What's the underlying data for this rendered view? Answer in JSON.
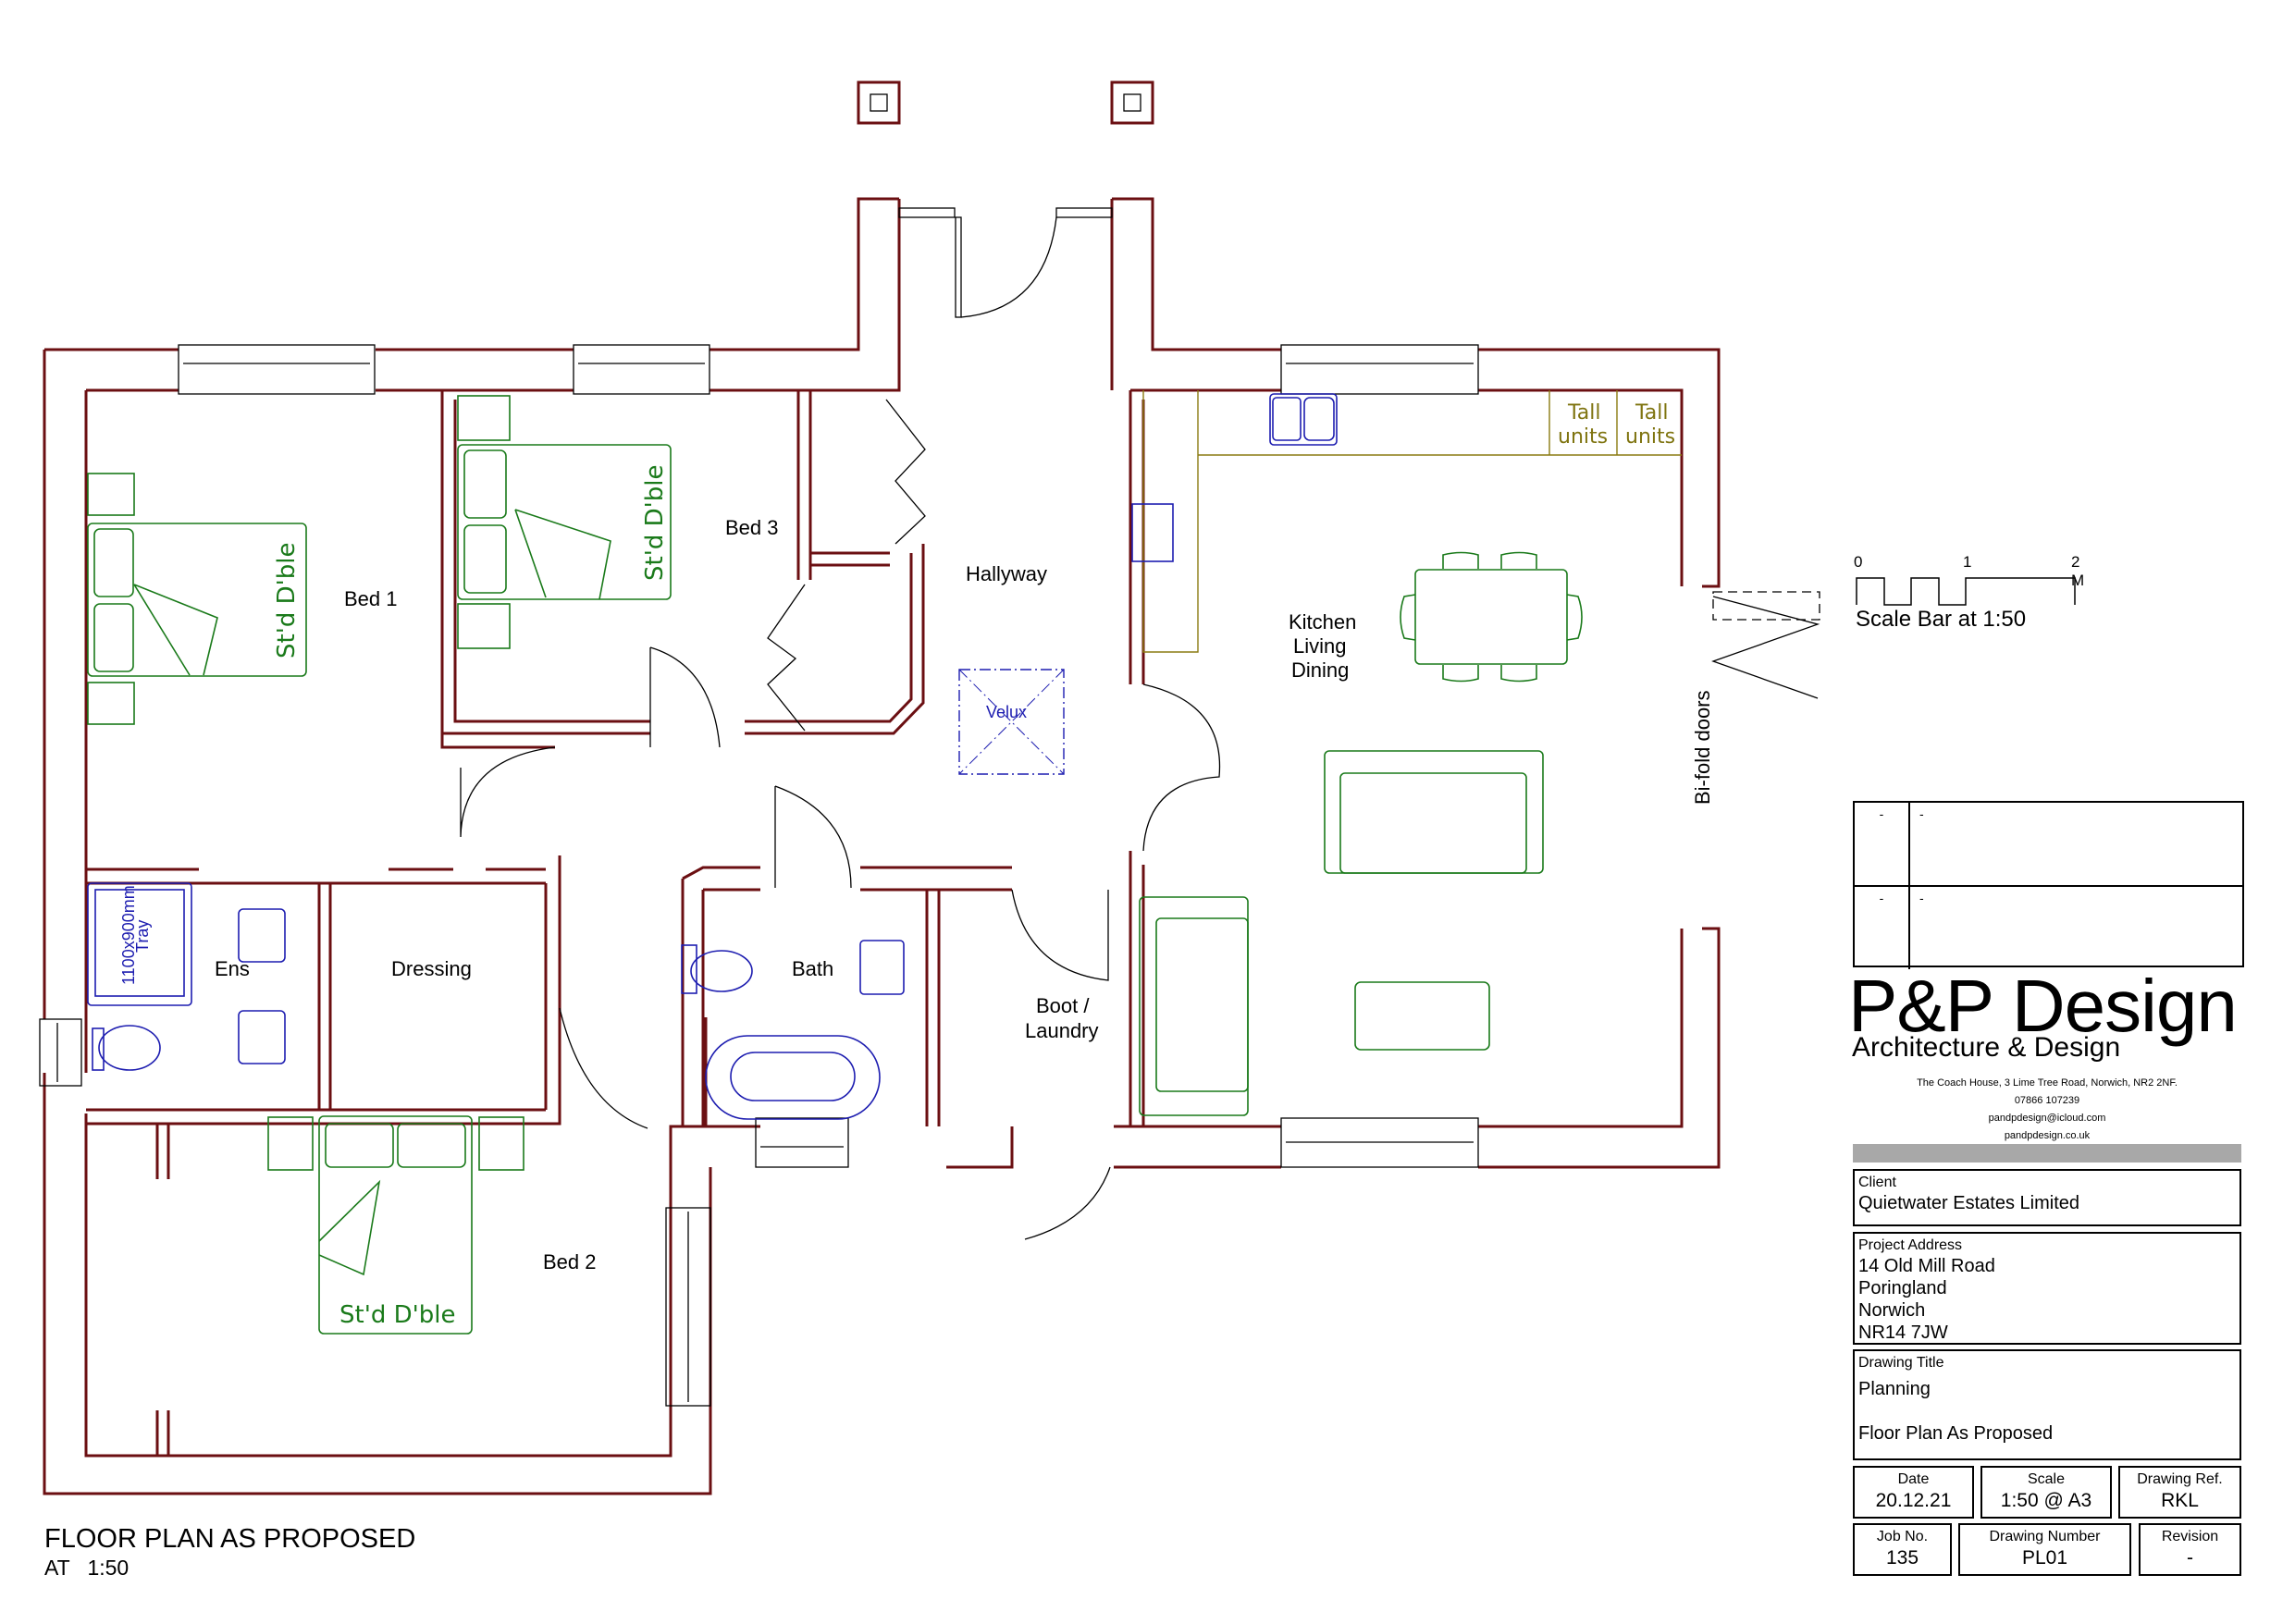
{
  "rooms": {
    "bed1": "Bed 1",
    "bed2": "Bed 2",
    "bed3": "Bed 3",
    "hallway": "Hallyway",
    "ens": "Ens",
    "dressing": "Dressing",
    "bath": "Bath",
    "boot_laundry_1": "Boot /",
    "boot_laundry_2": "Laundry",
    "kld_1": "Kitchen",
    "kld_2": "Living",
    "kld_3": "Dining"
  },
  "annotations": {
    "bed_type": "St'd D'ble",
    "tall_units_1": "Tall",
    "tall_units_2": "units",
    "velux": "Velux",
    "shower_tray_1": "1100x900mm",
    "shower_tray_2": "Tray",
    "bifold_doors": "Bi-fold doors"
  },
  "plan_caption": {
    "title": "FLOOR PLAN AS PROPOSED",
    "scale": "AT   1:50"
  },
  "scale_bar": {
    "ticks": [
      "0",
      "1",
      "2 M"
    ],
    "caption": "Scale Bar at 1:50"
  },
  "revisions": [
    {
      "rev": "-",
      "description": "-"
    },
    {
      "rev": "-",
      "description": "-"
    }
  ],
  "company": {
    "name": "P&P Design",
    "tagline": "Architecture & Design",
    "address": "The Coach House, 3 Lime Tree Road, Norwich, NR2 2NF.",
    "phone": "07866 107239",
    "email": "pandpdesign@icloud.com",
    "website": "pandpdesign.co.uk"
  },
  "title_block": {
    "client_label": "Client",
    "client": "Quietwater Estates Limited",
    "address_label": "Project Address",
    "address_lines": [
      "14 Old Mill Road",
      "Poringland",
      "Norwich",
      "NR14 7JW"
    ],
    "drawing_title_label": "Drawing Title",
    "drawing_title_1": "Planning",
    "drawing_title_2": "Floor Plan As Proposed",
    "date_label": "Date",
    "date": "20.12.21",
    "scale_label": "Scale",
    "scale": "1:50 @ A3",
    "ref_label": "Drawing Ref.",
    "ref": "RKL",
    "job_label": "Job No.",
    "job": "135",
    "number_label": "Drawing Number",
    "number": "PL01",
    "revision_label": "Revision",
    "revision": "-"
  },
  "colors": {
    "wall": "#6b0f12",
    "furniture": "#1a7a1a",
    "sanitary": "#1d1db0",
    "units": "#8a7a10",
    "title_bar": "#a8a8a8"
  }
}
